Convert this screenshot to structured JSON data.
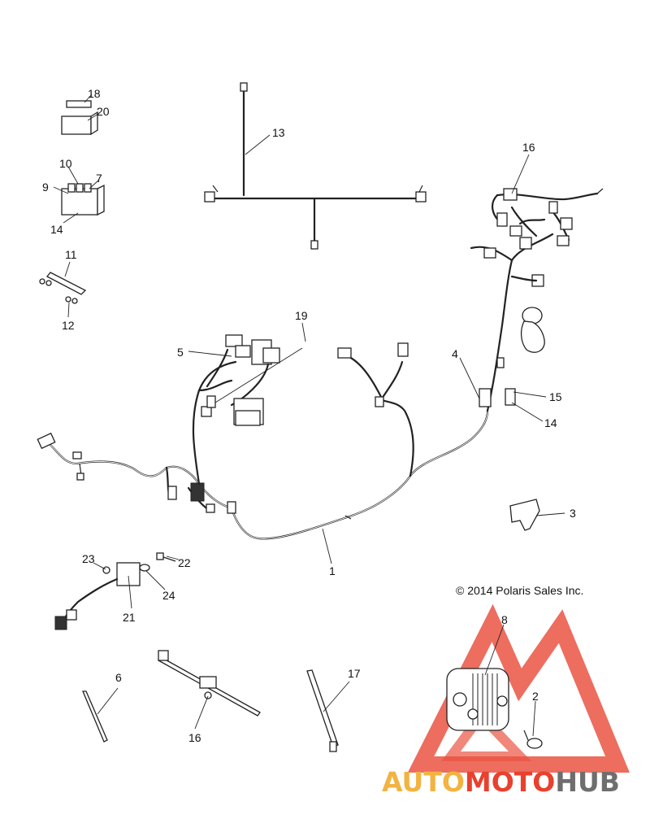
{
  "callouts": {
    "c1": "1",
    "c2": "2",
    "c3": "3",
    "c4": "4",
    "c5": "5",
    "c6": "6",
    "c7": "7",
    "c8": "8",
    "c9": "9",
    "c10": "10",
    "c11": "11",
    "c12": "12",
    "c13": "13",
    "c14a": "14",
    "c14b": "14",
    "c15": "15",
    "c16a": "16",
    "c16b": "16",
    "c17": "17",
    "c18": "18",
    "c19": "19",
    "c20": "20",
    "c21": "21",
    "c22": "22",
    "c23": "23",
    "c24": "24"
  },
  "copyright": "© 2014 Polaris Sales Inc.",
  "watermark": {
    "part1": "AUTO",
    "part2": "MOTO",
    "part3": "HUB",
    "color_orange": "#f2b340",
    "color_red": "#e8412e",
    "color_gray": "#6e6e6e"
  }
}
